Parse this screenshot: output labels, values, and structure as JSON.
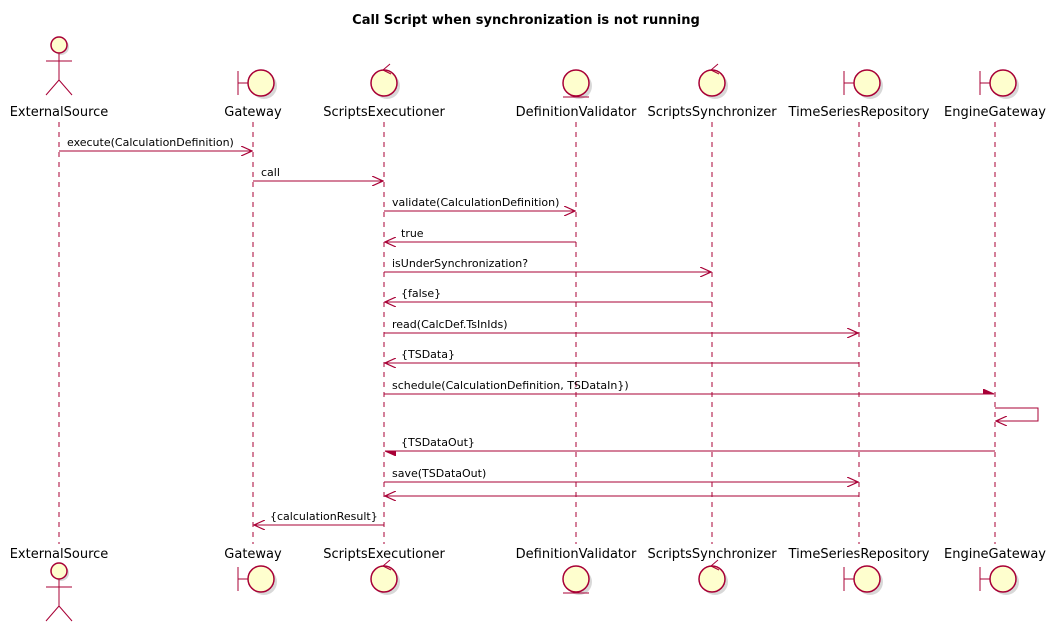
{
  "title": "Call Script when synchronization is not running",
  "participants": [
    {
      "id": "ExternalSource",
      "label": "ExternalSource",
      "kind": "actor"
    },
    {
      "id": "Gateway",
      "label": "Gateway",
      "kind": "boundary"
    },
    {
      "id": "ScriptsExecutioner",
      "label": "ScriptsExecutioner",
      "kind": "control"
    },
    {
      "id": "DefinitionValidator",
      "label": "DefinitionValidator",
      "kind": "entity"
    },
    {
      "id": "ScriptsSynchronizer",
      "label": "ScriptsSynchronizer",
      "kind": "control"
    },
    {
      "id": "TimeSeriesRepository",
      "label": "TimeSeriesRepository",
      "kind": "boundary"
    },
    {
      "id": "EngineGateway",
      "label": "EngineGateway",
      "kind": "boundary"
    }
  ],
  "messages": [
    {
      "from": "ExternalSource",
      "to": "Gateway",
      "label": "execute(CalculationDefinition)",
      "style": "sync"
    },
    {
      "from": "Gateway",
      "to": "ScriptsExecutioner",
      "label": "call",
      "style": "sync"
    },
    {
      "from": "ScriptsExecutioner",
      "to": "DefinitionValidator",
      "label": "validate(CalculationDefinition)",
      "style": "sync"
    },
    {
      "from": "DefinitionValidator",
      "to": "ScriptsExecutioner",
      "label": "true",
      "style": "sync"
    },
    {
      "from": "ScriptsExecutioner",
      "to": "ScriptsSynchronizer",
      "label": "isUnderSynchronization?",
      "style": "sync"
    },
    {
      "from": "ScriptsSynchronizer",
      "to": "ScriptsExecutioner",
      "label": "{false}",
      "style": "sync"
    },
    {
      "from": "ScriptsExecutioner",
      "to": "TimeSeriesRepository",
      "label": "read(CalcDef.TsInIds)",
      "style": "sync"
    },
    {
      "from": "TimeSeriesRepository",
      "to": "ScriptsExecutioner",
      "label": "{TSData}",
      "style": "sync"
    },
    {
      "from": "ScriptsExecutioner",
      "to": "EngineGateway",
      "label": "schedule(CalculationDefinition, TSDataIn})",
      "style": "async"
    },
    {
      "from": "EngineGateway",
      "to": "EngineGateway",
      "label": "",
      "style": "self"
    },
    {
      "from": "EngineGateway",
      "to": "ScriptsExecutioner",
      "label": "{TSDataOut}",
      "style": "async"
    },
    {
      "from": "ScriptsExecutioner",
      "to": "TimeSeriesRepository",
      "label": "save(TSDataOut)",
      "style": "sync"
    },
    {
      "from": "TimeSeriesRepository",
      "to": "ScriptsExecutioner",
      "label": "",
      "style": "sync"
    },
    {
      "from": "ScriptsExecutioner",
      "to": "Gateway",
      "label": "{calculationResult}",
      "style": "sync"
    }
  ],
  "colors": {
    "stroke": "#A80036",
    "fill": "#FEFECE",
    "text": "#000000"
  }
}
